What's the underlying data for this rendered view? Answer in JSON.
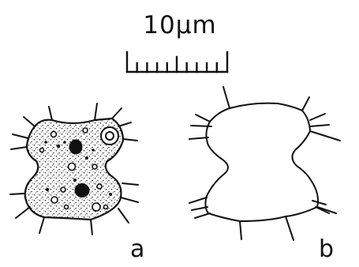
{
  "scale_bar": {
    "label": "10µm",
    "divisions": 10
  },
  "panels": [
    {
      "id": "a",
      "label": "a"
    },
    {
      "id": "b",
      "label": "b"
    }
  ],
  "colors": {
    "ink": "#111111",
    "background": "#ffffff"
  }
}
